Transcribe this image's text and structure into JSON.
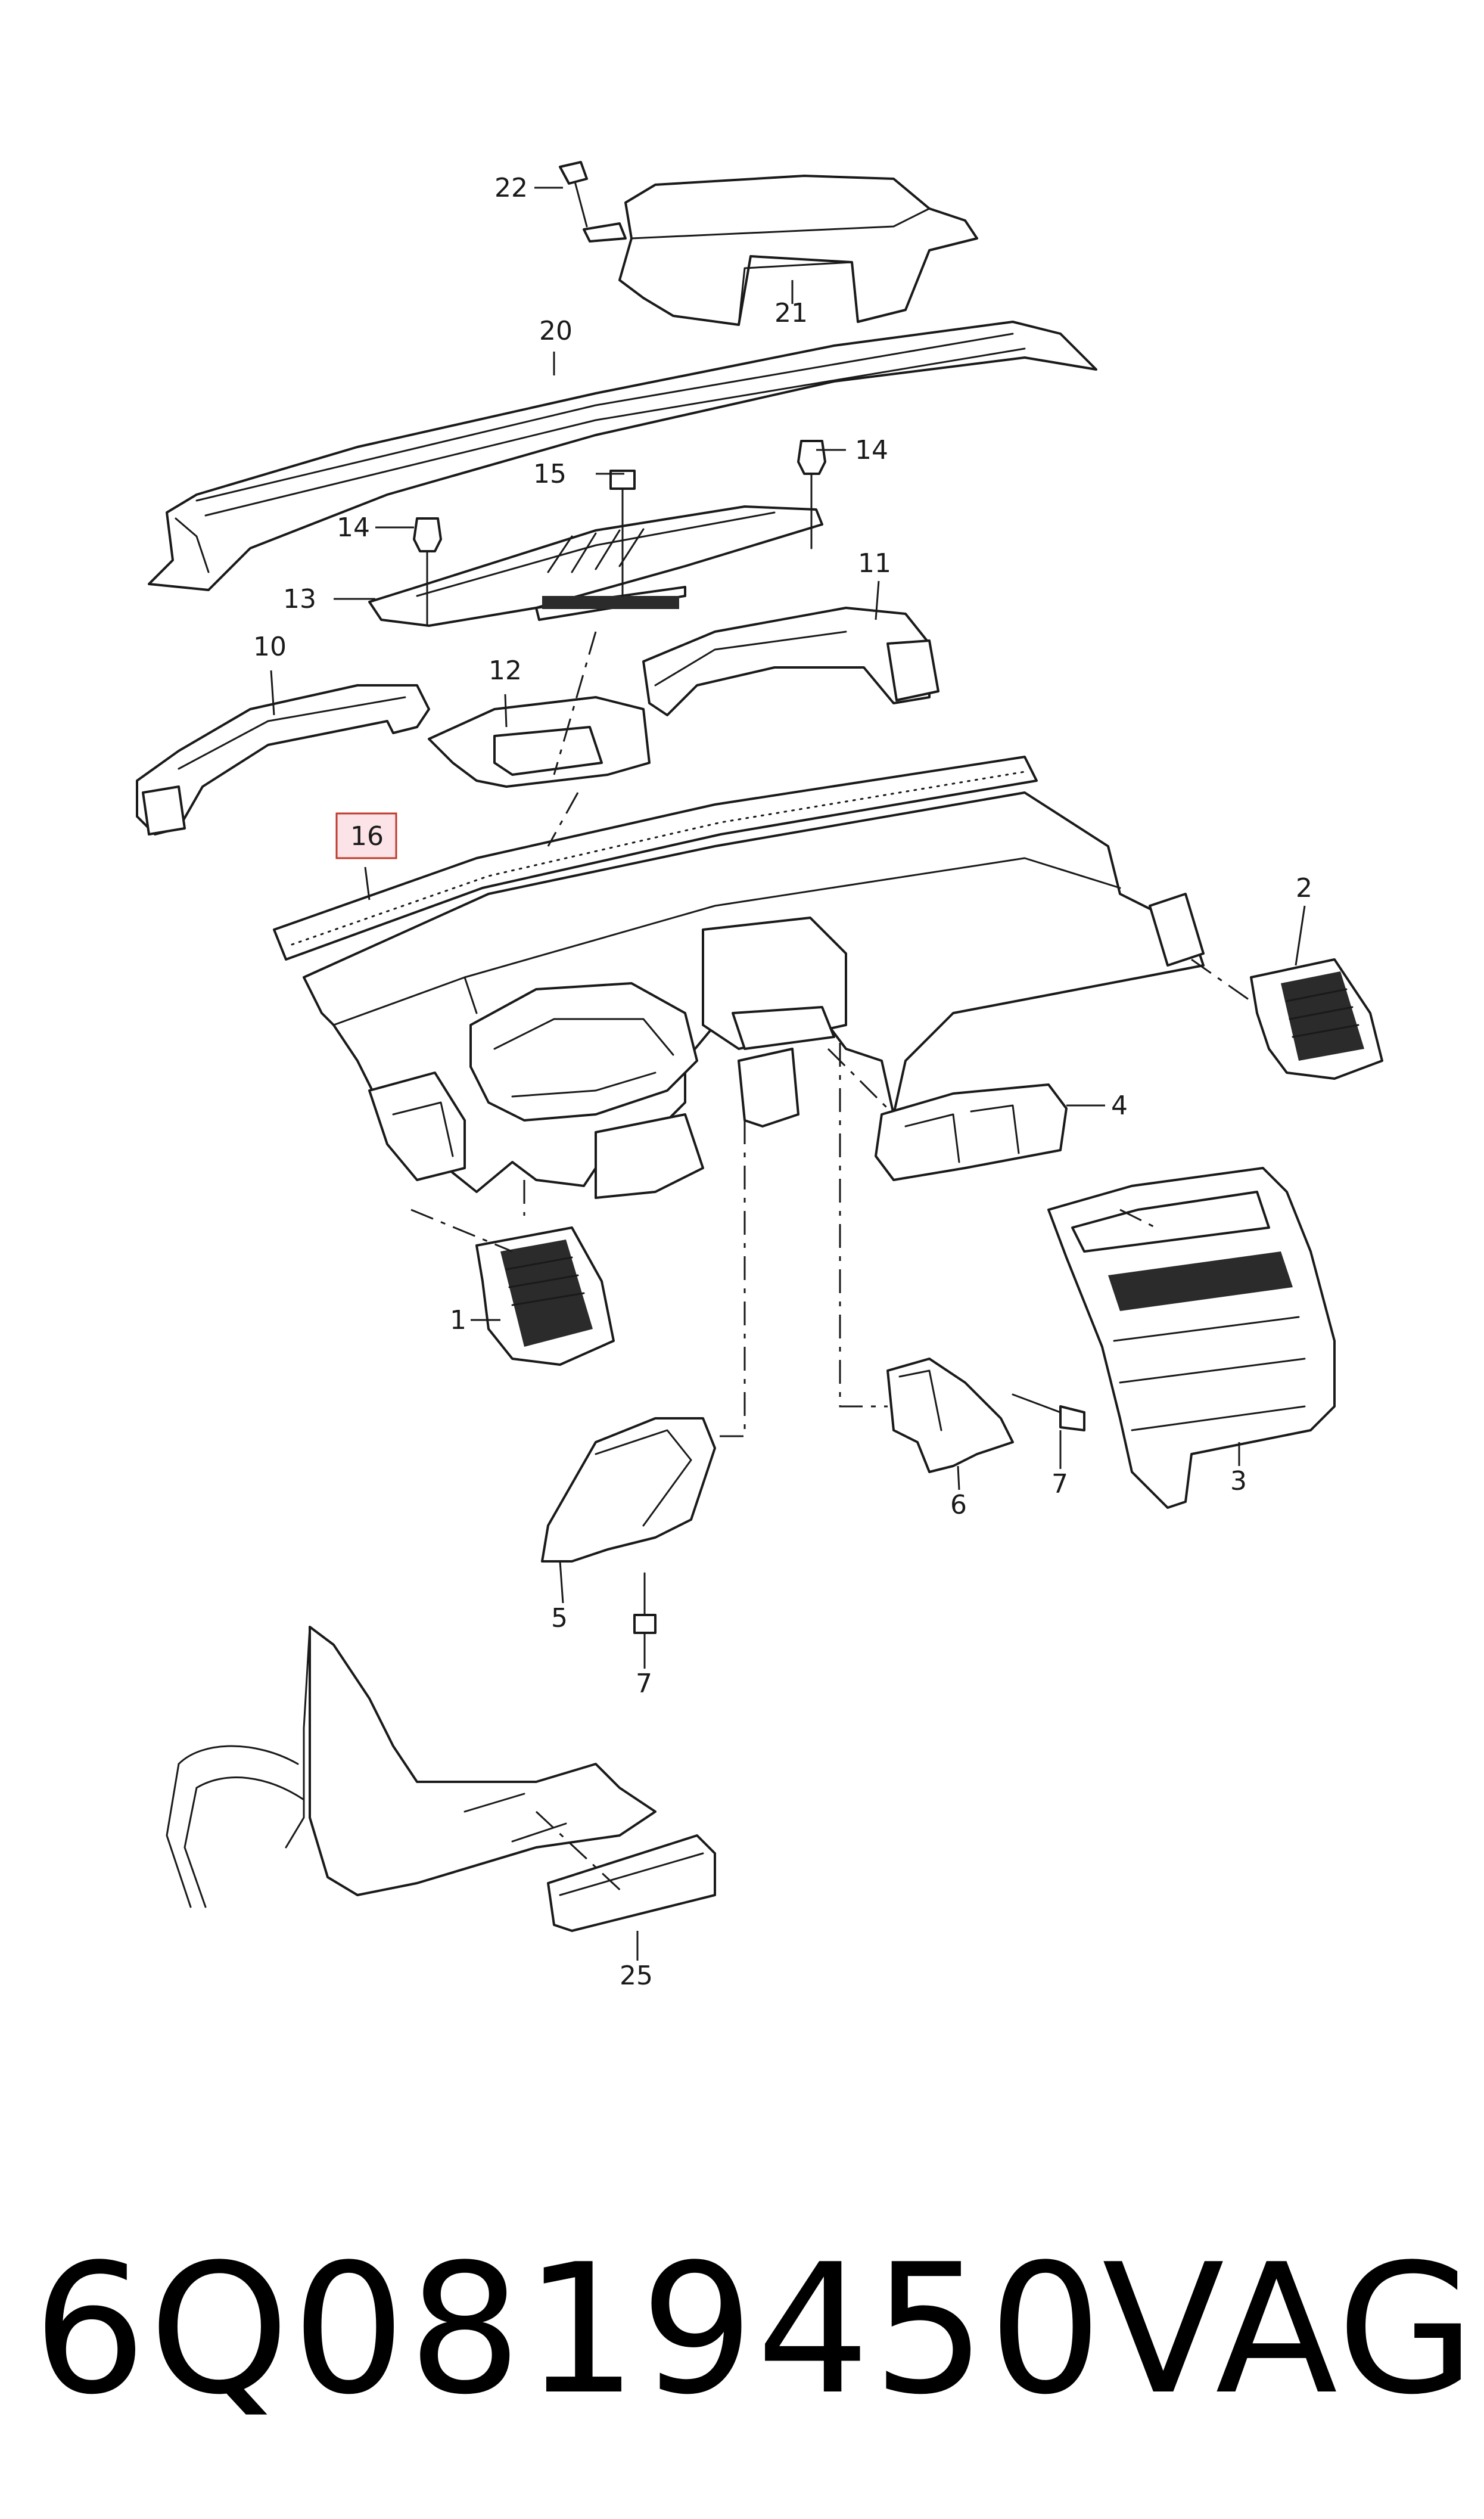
{
  "callouts": {
    "c1": "1",
    "c2": "2",
    "c3": "3",
    "c4": "4",
    "c5": "5",
    "c6": "6",
    "c7a": "7",
    "c7b": "7",
    "c10": "10",
    "c11": "11",
    "c12": "12",
    "c13": "13",
    "c14a": "14",
    "c14b": "14",
    "c15": "15",
    "c16": "16",
    "c20": "20",
    "c21": "21",
    "c22": "22",
    "c25": "25"
  },
  "footer": {
    "part_number": "6Q0819450",
    "brand": "VAG"
  },
  "colors": {
    "line": "#1a1a1a",
    "highlight_fill": "#fbe3e8",
    "highlight_border": "#c0392b"
  }
}
